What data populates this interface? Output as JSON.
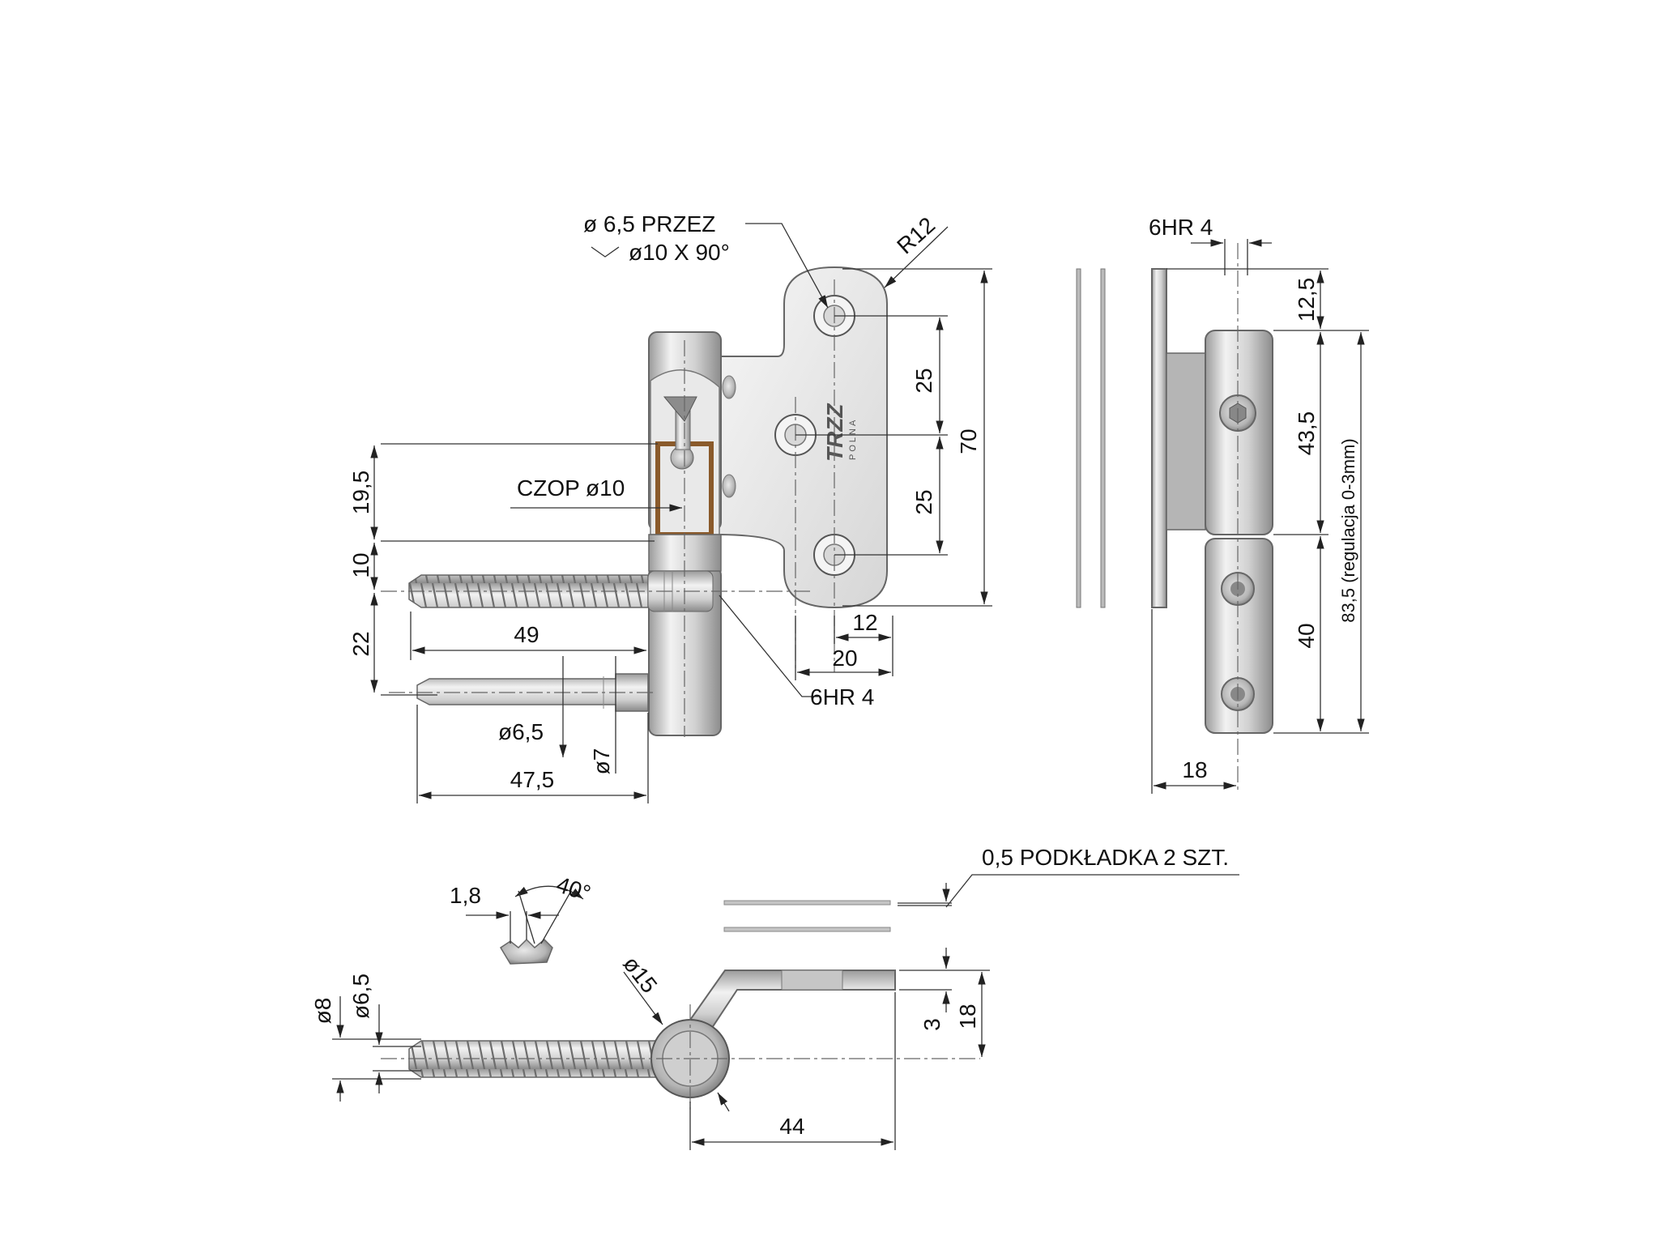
{
  "colors": {
    "background": "#ffffff",
    "line": "#333333",
    "metal_light": "#f2f2f2",
    "metal_mid": "#c9c9c9",
    "metal_dark": "#8c8c8c",
    "bronze": "#8a5a2b"
  },
  "labels": {
    "hole_spec": "ø 6,5  PRZEZ",
    "countersink_spec": "ø10 X 90°",
    "radius": "R12",
    "pin": "CZOP ø10",
    "hex_key_front": "6HR 4",
    "hex_key_side": "6HR 4",
    "washer": "0,5  PODKŁADKA 2 SZT.",
    "adjustment": "83,5 (regulacja 0-3mm)",
    "logo": "TRZZ POLNA"
  },
  "dimensions": {
    "d_25_top": "25",
    "d_25_bottom": "25",
    "d_70": "70",
    "d_19_5": "19,5",
    "d_10": "10",
    "d_22": "22",
    "d_49": "49",
    "d_12": "12",
    "d_20": "20",
    "d_dia_6_5": "ø6,5",
    "d_dia_7": "ø7",
    "d_47_5": "47,5",
    "d_12_5": "12,5",
    "d_43_5": "43,5",
    "d_40": "40",
    "d_18_side": "18",
    "d_1_8": "1,8",
    "d_40deg": "40°",
    "d_dia_15": "ø15",
    "d_dia_8": "ø8",
    "d_dia_6_5_bottom": "ø6,5",
    "d_3": "3",
    "d_18_bottom": "18",
    "d_44": "44"
  }
}
